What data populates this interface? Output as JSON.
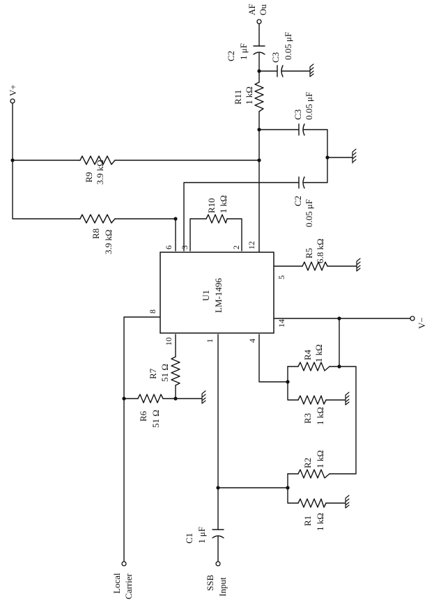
{
  "ic": {
    "ref": "U1",
    "part": "LM-1496",
    "pins": {
      "p1": "1",
      "p2": "2",
      "p3": "3",
      "p4": "4",
      "p5": "5",
      "p6": "6",
      "p8": "8",
      "p10": "10",
      "p12": "12",
      "p14": "14"
    }
  },
  "resistors": {
    "r1": {
      "ref": "R1",
      "value": "1 kΩ"
    },
    "r2": {
      "ref": "R2",
      "value": "1 kΩ"
    },
    "r3": {
      "ref": "R3",
      "value": "1 kΩ"
    },
    "r4": {
      "ref": "R4",
      "value": "1 kΩ"
    },
    "r5": {
      "ref": "R5",
      "value": "6.8 kΩ"
    },
    "r6": {
      "ref": "R6",
      "value": "51 Ω"
    },
    "r7": {
      "ref": "R7",
      "value": "51 Ω"
    },
    "r8": {
      "ref": "R8",
      "value": "3.9 kΩ"
    },
    "r9": {
      "ref": "R9",
      "value": "3.9 kΩ"
    },
    "r10": {
      "ref": "R10",
      "value": "1 kΩ"
    },
    "r11": {
      "ref": "R11",
      "value": "1 kΩ"
    }
  },
  "capacitors": {
    "c1": {
      "ref": "C1",
      "value": "1 μF"
    },
    "c2_out": {
      "ref": "C2",
      "value": "1 μF"
    },
    "c3_out": {
      "ref": "C3",
      "value": "0.05 μF"
    },
    "c3_mid": {
      "ref": "C3",
      "value": "0.05 μF"
    },
    "c2_lower": {
      "ref": "C2",
      "value": "0.05 μF"
    }
  },
  "terminals": {
    "af_out": {
      "line1": "AF",
      "line2": "Ou"
    },
    "v_plus": {
      "label": "V+"
    },
    "v_minus": {
      "label": "V−"
    },
    "ssb_input": {
      "line1": "SSB",
      "line2": "Input"
    },
    "local_carrier": {
      "line1": "Local",
      "line2": "Carrier"
    }
  }
}
